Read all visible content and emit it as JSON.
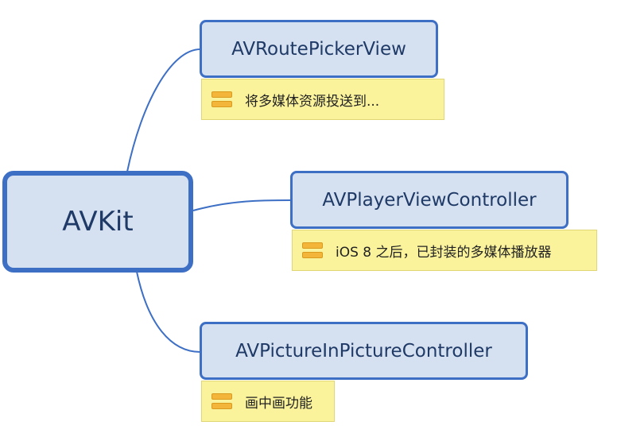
{
  "root": {
    "label": "AVKit"
  },
  "children": [
    {
      "label": "AVRoutePickerView",
      "note": "将多媒体资源投送到..."
    },
    {
      "label": "AVPlayerViewController",
      "note": "iOS 8 之后，已封装的多媒体播放器"
    },
    {
      "label": "AVPictureInPictureController",
      "note": "画中画功能"
    }
  ],
  "colors": {
    "node_fill": "#d5e0f0",
    "node_border": "#3d6fc5",
    "connector": "#3d6fc5",
    "note_fill": "#fbf39c",
    "note_icon": "#f3b63a"
  },
  "icons": {
    "note": "note-icon"
  }
}
